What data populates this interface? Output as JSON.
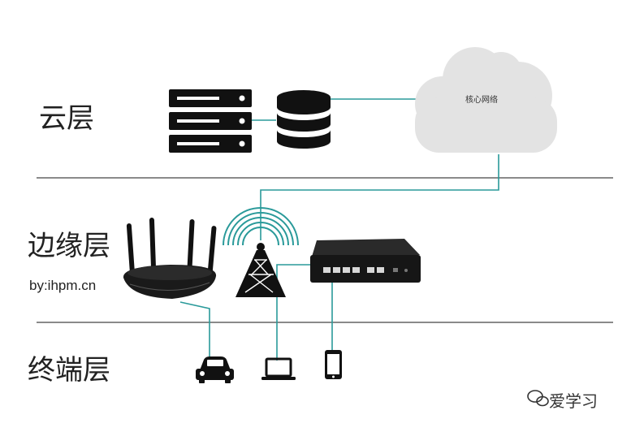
{
  "layers": {
    "cloud": "云层",
    "edge": "边缘层",
    "terminal": "终端层"
  },
  "credit": "by:ihpm.cn",
  "cloud_node": {
    "label": "核心网络"
  },
  "watermark": {
    "text": "爱学习"
  },
  "colors": {
    "connector": "#2a9a9a",
    "divider": "#8a8a8a",
    "cloud_fill": "#e3e3e3",
    "device": "#111111"
  },
  "icons": [
    "server-rack-icon",
    "database-icon",
    "cloud-icon",
    "wireless-router-icon",
    "cell-tower-icon",
    "network-switch-icon",
    "car-icon",
    "laptop-icon",
    "smartphone-icon",
    "wechat-icon"
  ]
}
